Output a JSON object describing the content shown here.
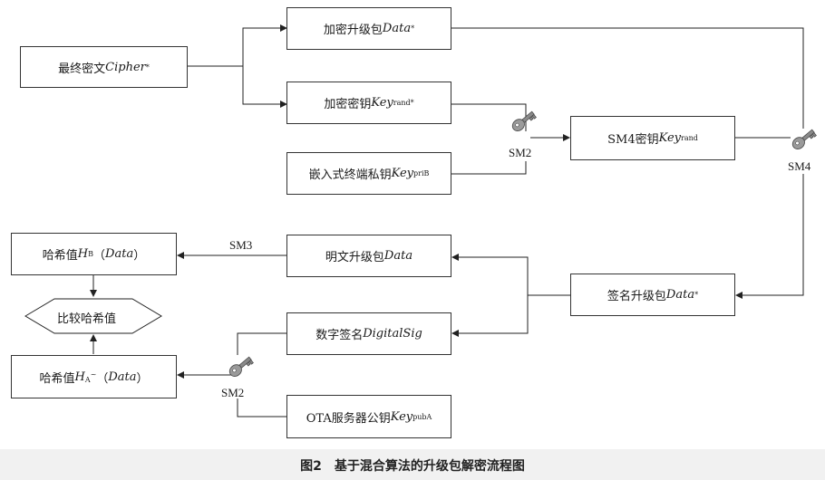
{
  "figure": {
    "caption": "图2　基于混合算法的升级包解密流程图"
  },
  "nodes": {
    "cipher": {
      "label": "最终密文",
      "var": "Cipher",
      "sup": "*"
    },
    "enc_package": {
      "label": "加密升级包",
      "var": "Data",
      "sup": "*"
    },
    "enc_key": {
      "label": "加密密钥",
      "var": "Key",
      "sub": "rand",
      "sup": "*"
    },
    "embedded_key": {
      "label": "嵌入式终端私钥",
      "var": "Key",
      "sub": "priB"
    },
    "sm4_key": {
      "label": "SM4密钥",
      "var": "Key",
      "sub": "rand"
    },
    "signed_package": {
      "label": "签名升级包",
      "var": "Data",
      "sup": "*"
    },
    "plain_package": {
      "label": "明文升级包",
      "var": "Data"
    },
    "digital_sig": {
      "label": "数字签名",
      "var": "DigitalSig"
    },
    "ota_key": {
      "label": "OTA服务器公钥",
      "var": "Key",
      "sub": "pubA"
    },
    "hash_b": {
      "label": "哈希值",
      "var": "H",
      "sub": "B",
      "suffix_open": "（",
      "arg": "Data",
      "suffix_close": "）"
    },
    "hash_a": {
      "label": "哈希值",
      "var": "H",
      "sub": "A",
      "accent": "~",
      "suffix_open": "（",
      "arg": "Data",
      "suffix_close": "）"
    },
    "compare": {
      "label": "比较哈希值"
    }
  },
  "edge_labels": {
    "sm2_top": "SM2",
    "sm4": "SM4",
    "sm3": "SM3",
    "sm2_bottom": "SM2"
  },
  "icons": [
    "key-icon",
    "key-icon",
    "key-icon"
  ]
}
